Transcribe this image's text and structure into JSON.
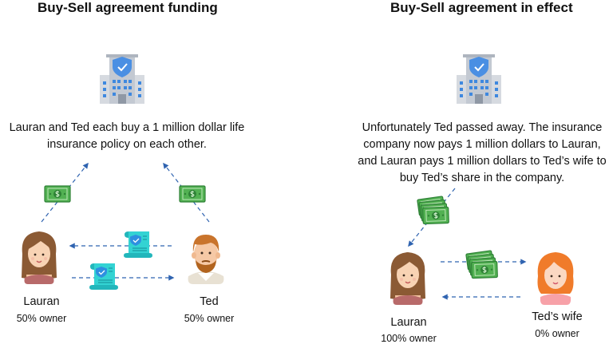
{
  "left_panel": {
    "title": "Buy-Sell agreement funding",
    "description": "Lauran and Ted each buy a 1 million dollar life insurance policy on each other.",
    "person_a": {
      "name": "Lauran",
      "role": "50% owner"
    },
    "person_b": {
      "name": "Ted",
      "role": "50% owner"
    }
  },
  "right_panel": {
    "title": "Buy-Sell agreement in effect",
    "description": "Unfortunately Ted passed away. The insurance company now pays 1 million dollars to Lauran, and Lauran pays 1 million dollars to Ted’s wife to buy Ted’s share in the company.",
    "person_a": {
      "name": "Lauran",
      "role": "100% owner"
    },
    "person_b": {
      "name": "Ted’s wife",
      "role": "0% owner"
    }
  },
  "icons": [
    "insurance-building-icon",
    "money-icon",
    "policy-document-icon",
    "money-stack-icon",
    "woman-avatar-icon",
    "man-avatar-icon"
  ],
  "colors": {
    "arrow": "#2f63b0",
    "money": "#3fae49",
    "policy": "#2ed3d6",
    "building": "#c9ced6"
  }
}
